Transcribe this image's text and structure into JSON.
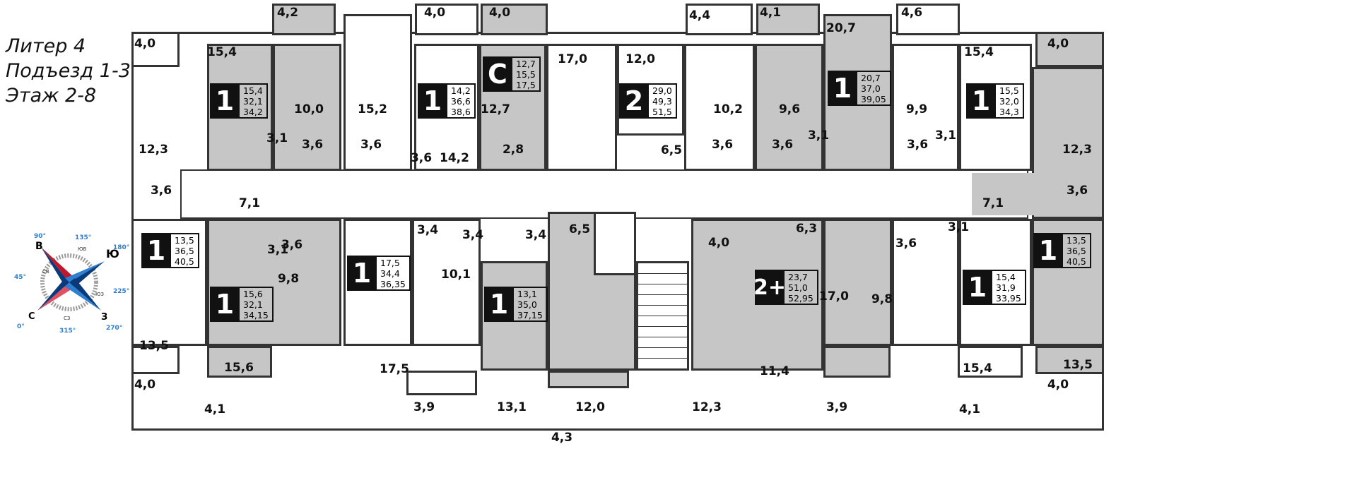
{
  "heading": {
    "line1": "Литер 4",
    "line2": "Подъезд 1-3",
    "line3": "Этаж 2-8"
  },
  "compass": {
    "labels": [
      "В",
      "Ю",
      "З",
      "С",
      "90°",
      "180°",
      "270°",
      "0°",
      "45°",
      "135°",
      "225°",
      "315°",
      "СВ",
      "ЮВ",
      "ЮЗ",
      "СЗ"
    ]
  },
  "apartments": [
    {
      "type": "1",
      "areas": [
        "15,4",
        "32,1",
        "34,2"
      ]
    },
    {
      "type": "1",
      "areas": [
        "14,2",
        "36,6",
        "38,6"
      ]
    },
    {
      "type": "С",
      "areas": [
        "12,7",
        "15,5",
        "17,5"
      ]
    },
    {
      "type": "2",
      "areas": [
        "29,0",
        "49,3",
        "51,5"
      ]
    },
    {
      "type": "1",
      "areas": [
        "20,7",
        "37,0",
        "39,05"
      ]
    },
    {
      "type": "1",
      "areas": [
        "15,5",
        "32,0",
        "34,3"
      ]
    },
    {
      "type": "1",
      "areas": [
        "13,5",
        "36,5",
        "40,5"
      ]
    },
    {
      "type": "1",
      "areas": [
        "15,6",
        "32,1",
        "34,15"
      ]
    },
    {
      "type": "1",
      "areas": [
        "17,5",
        "34,4",
        "36,35"
      ]
    },
    {
      "type": "1",
      "areas": [
        "13,1",
        "35,0",
        "37,15"
      ]
    },
    {
      "type": "2+",
      "areas": [
        "23,7",
        "51,0",
        "52,95"
      ]
    },
    {
      "type": "1",
      "areas": [
        "15,4",
        "31,9",
        "33,95"
      ]
    },
    {
      "type": "1",
      "areas": [
        "13,5",
        "36,5",
        "40,5"
      ]
    }
  ],
  "rooms": [
    "4,2",
    "4,0",
    "4,0",
    "4,4",
    "4,1",
    "4,6",
    "4,0",
    "4,0",
    "20,7",
    "15,4",
    "10,0",
    "15,2",
    "3,1",
    "3,6",
    "3,6",
    "3,6",
    "14,2",
    "12,7",
    "2,8",
    "17,0",
    "12,0",
    "6,5",
    "10,2",
    "9,6",
    "3,6",
    "3,6",
    "3,1",
    "9,9",
    "3,6",
    "3,1",
    "15,4",
    "12,3",
    "3,6",
    "7,1",
    "12,3",
    "3,6",
    "7,1",
    "3,1",
    "3,6",
    "9,8",
    "3,4",
    "3,4",
    "3,4",
    "10,1",
    "6,5",
    "13,5",
    "15,6",
    "17,5",
    "13,1",
    "12,0",
    "4,0",
    "6,3",
    "17,0",
    "9,8",
    "3,6",
    "3,1",
    "11,4",
    "12,3",
    "15,4",
    "13,5",
    "4,0",
    "4,1",
    "3,9",
    "4,3",
    "3,9",
    "4,1",
    "4,0"
  ],
  "colors": {
    "room_fill": "#c6c6c6",
    "badge": "#111111",
    "wall": "#333333"
  }
}
